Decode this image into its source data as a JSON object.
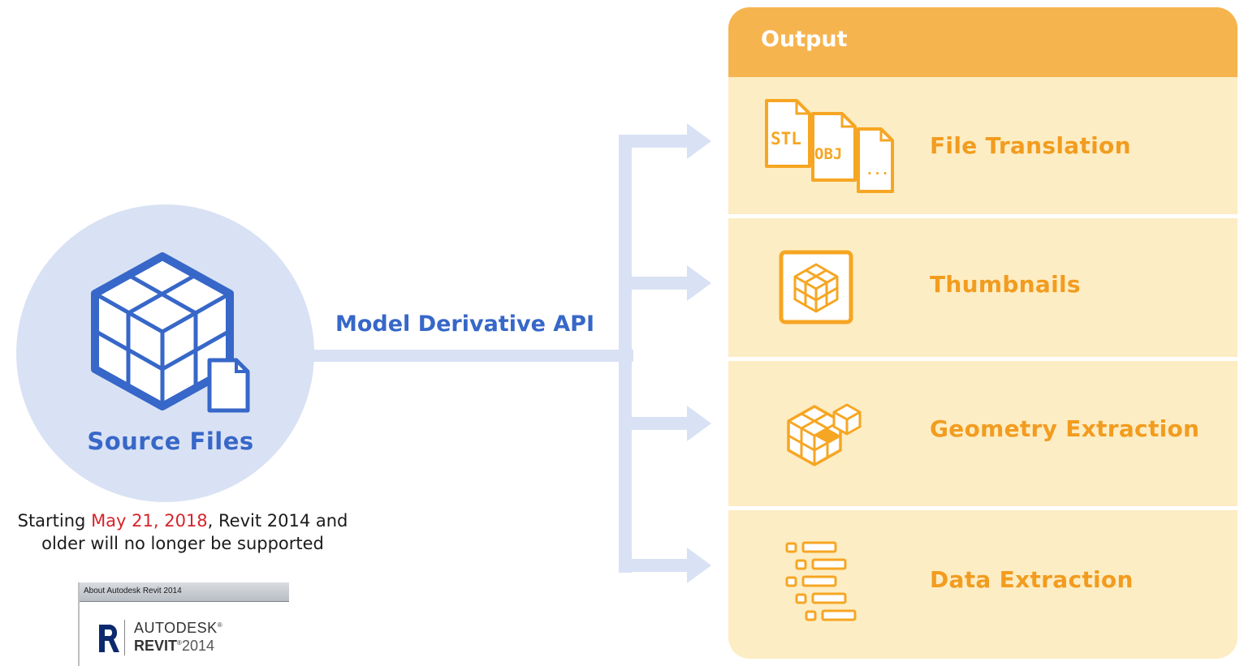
{
  "source": {
    "label": "Source Files",
    "icon": "revit-cube-file-icon"
  },
  "api_label": "Model Derivative API",
  "note": {
    "before": "Starting ",
    "date": "May 21, 2018",
    "after_line1": ", Revit 2014 and",
    "line2": "older will no longer be supported"
  },
  "output": {
    "title": "Output",
    "items": [
      {
        "label": "File Translation",
        "icon": "file-formats-icon",
        "file_tags": [
          "STL",
          "OBJ",
          "..."
        ]
      },
      {
        "label": "Thumbnails",
        "icon": "thumbnail-cube-icon"
      },
      {
        "label": "Geometry Extraction",
        "icon": "geometry-extraction-icon"
      },
      {
        "label": "Data Extraction",
        "icon": "data-tree-icon"
      }
    ]
  },
  "about_dialog": {
    "window_title": "About Autodesk Revit 2014",
    "brand_line1": "AUTODESK",
    "brand_reg1": "®",
    "brand_line2": "REVIT",
    "brand_reg2": "®",
    "brand_version": "2014"
  },
  "colors": {
    "blue": "#3767c8",
    "light_blue": "#d9e2f4",
    "orange": "#f6b44f",
    "orange_text": "#f29c1f",
    "panel_bg": "#fdedc4",
    "highlight_red": "#d8232a"
  }
}
